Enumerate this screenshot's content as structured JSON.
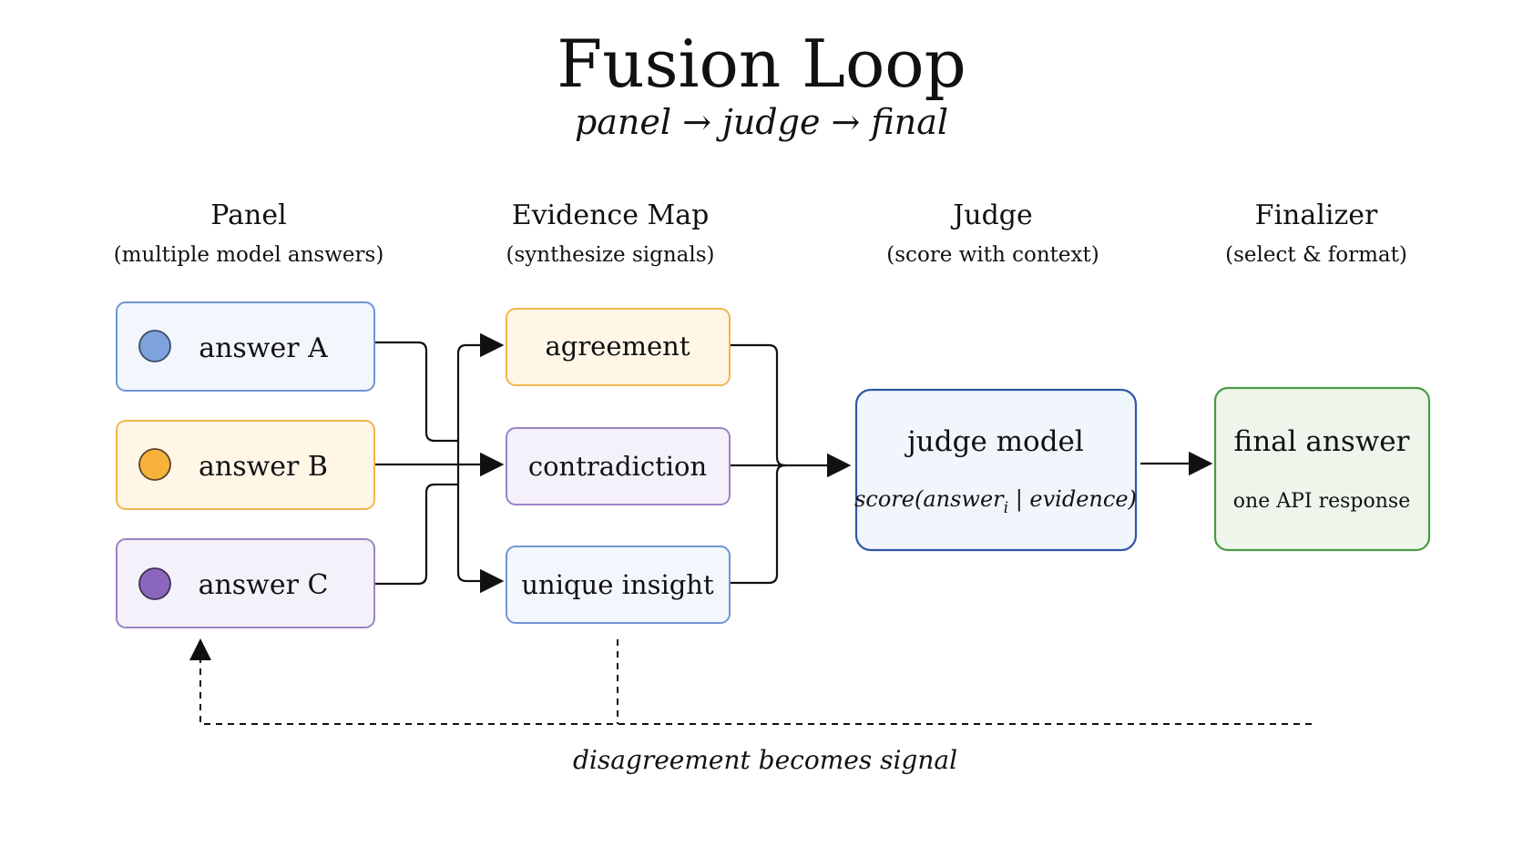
{
  "title": "Fusion Loop",
  "subtitle": "panel → judge → final",
  "columns": {
    "panel": {
      "heading": "Panel",
      "subheading": "(multiple model answers)"
    },
    "evidence": {
      "heading": "Evidence Map",
      "subheading": "(synthesize signals)"
    },
    "judge": {
      "heading": "Judge",
      "subheading": "(score with context)"
    },
    "finalizer": {
      "heading": "Finalizer",
      "subheading": "(select & format)"
    }
  },
  "panel_nodes": {
    "a": {
      "label": "answer A",
      "dot_color": "#7ea3dc",
      "border": "#6f95d2",
      "fill": "#f3f7fd"
    },
    "b": {
      "label": "answer B",
      "dot_color": "#f7b23b",
      "border": "#f1b550",
      "fill": "#fff6e6"
    },
    "c": {
      "label": "answer C",
      "dot_color": "#8a67bd",
      "border": "#9b84c4",
      "fill": "#f5f1fa"
    }
  },
  "evidence_nodes": {
    "agreement": {
      "label": "agreement",
      "border": "#f1b550",
      "fill": "#fff6e6"
    },
    "contradiction": {
      "label": "contradiction",
      "border": "#9b84c4",
      "fill": "#f5f1fa"
    },
    "unique_insight": {
      "label": "unique insight",
      "border": "#6f95d2",
      "fill": "#f3f7fd"
    }
  },
  "judge_node": {
    "title": "judge model",
    "formula_prefix": "score(answer",
    "formula_sub": "i",
    "formula_suffix": " | evidence)",
    "border": "#2f58a6",
    "fill": "#f1f5fc"
  },
  "final_node": {
    "title": "final answer",
    "subtitle": "one API response",
    "border": "#4a9a44",
    "fill": "#eef6ec"
  },
  "feedback_label": "disagreement becomes signal"
}
